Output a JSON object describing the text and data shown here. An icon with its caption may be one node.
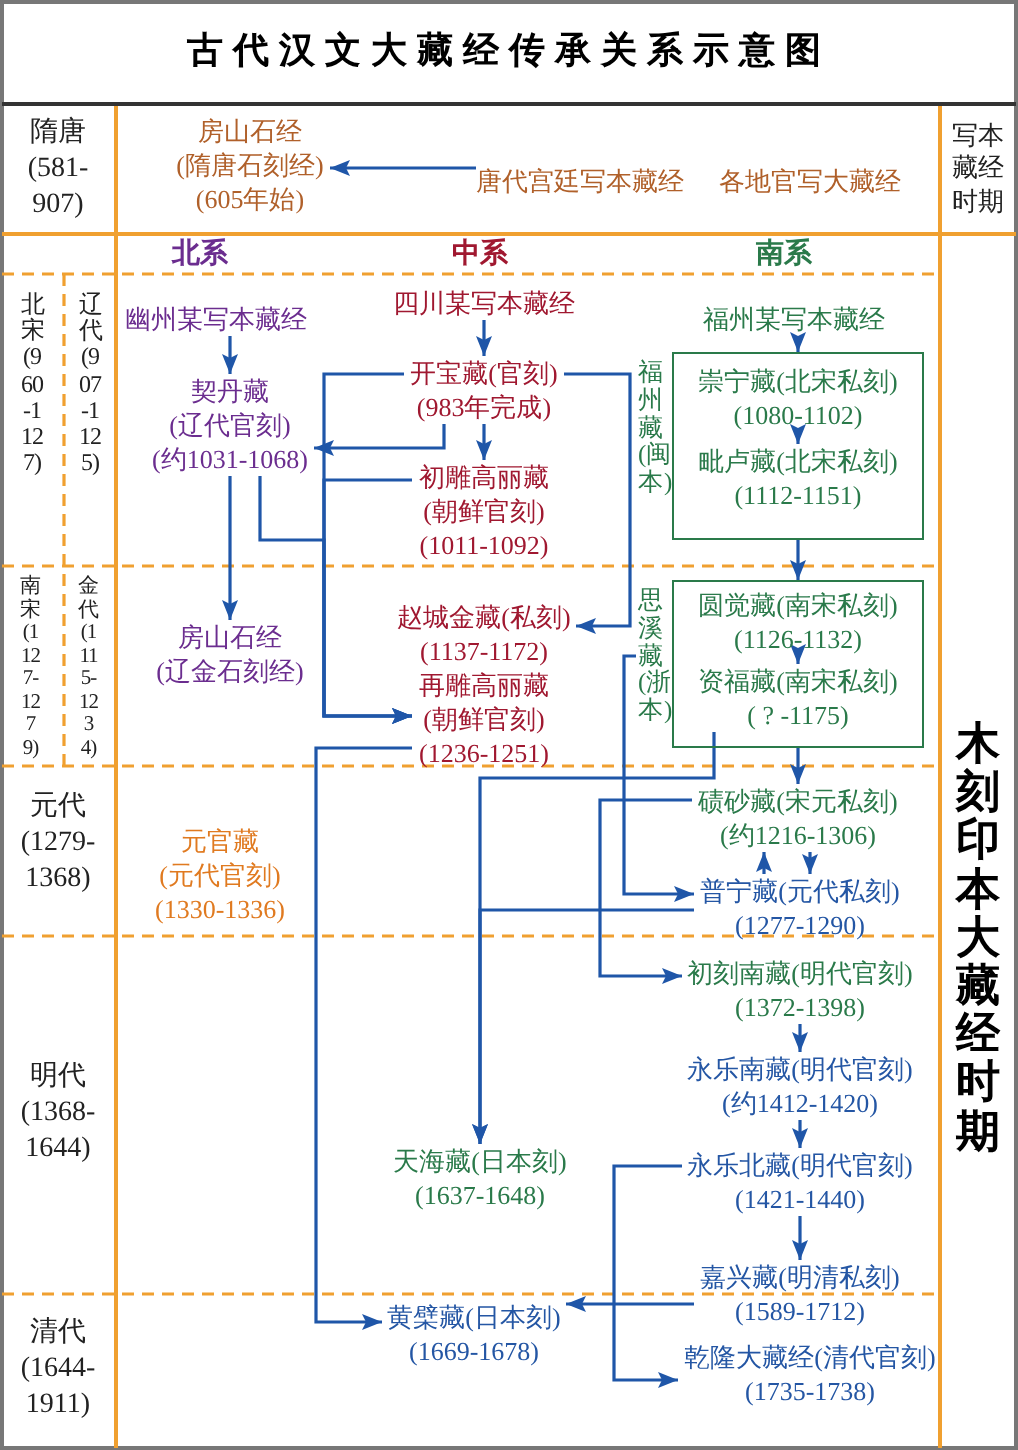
{
  "diagram": {
    "title": "古代汉文大藏经传承关系示意图",
    "nodes": [
      {
        "text": [
          "房山石经(隋唐石刻经)(605年始)"
        ]
      },
      {
        "text": [
          "唐代宫廷写本藏经"
        ]
      },
      {
        "text": [
          "各地官写大藏经"
        ]
      },
      {
        "text": [
          "幽州某写本藏经"
        ]
      },
      {
        "text": [
          "契丹藏(辽代官刻)(约1031-1068)"
        ]
      },
      {
        "text": [
          "房山石经(辽金石刻经)"
        ]
      },
      {
        "text": [
          "四川某写本藏经"
        ]
      },
      {
        "text": [
          "开宝藏(官刻)(983年完成)"
        ]
      },
      {
        "text": [
          "初雕高丽藏(朝鲜官刻)(1011-1092)"
        ]
      },
      {
        "text": [
          "赵城金藏(私刻)(1137-1172)"
        ]
      },
      {
        "text": [
          "再雕高丽藏(朝鲜官刻)(1236-1251)"
        ]
      },
      {
        "text": [
          "福州某写本藏经"
        ]
      },
      {
        "text": [
          "福州藏(闽本)"
        ]
      },
      {
        "text": [
          "崇宁藏(北宋私刻)(1080-1102)"
        ],
        "in": 12
      },
      {
        "text": [
          "毗卢藏(北宋私刻)(1112-1151)"
        ],
        "in": 12
      },
      {
        "text": [
          "思溪藏(浙本)"
        ]
      },
      {
        "text": [
          "圆觉藏(南宋私刻)(1126-1132)"
        ],
        "in": 15
      },
      {
        "text": [
          "资福藏(南宋私刻)( ? -1175)"
        ],
        "in": 15
      },
      {
        "text": [
          "碛砂藏(宋元私刻)(约1216-1306)"
        ]
      },
      {
        "text": [
          "普宁藏(元代私刻)(1277-1290)"
        ]
      },
      {
        "text": [
          "元官藏(元代官刻)(1330-1336)"
        ]
      },
      {
        "text": [
          "初刻南藏(明代官刻)(1372-1398)"
        ]
      },
      {
        "text": [
          "永乐南藏(明代官刻)(约1412-1420)"
        ]
      },
      {
        "text": [
          "永乐北藏(明代官刻)(1421-1440)"
        ]
      },
      {
        "text": [
          "天海藏(日本刻)(1637-1648)"
        ]
      },
      {
        "text": [
          "嘉兴藏(明清私刻)(1589-1712)"
        ]
      },
      {
        "text": [
          "黄檗藏(日本刻)(1669-1678)"
        ]
      },
      {
        "text": [
          "乾隆大藏经(清代官刻)(1735-1738)"
        ]
      }
    ],
    "edges": [
      {
        "from": 1,
        "to": 0,
        "arrow": "to"
      },
      {
        "from": 3,
        "to": 4,
        "arrow": "to"
      },
      {
        "from": 4,
        "to": 5,
        "arrow": "to"
      },
      {
        "from": 6,
        "to": 7,
        "arrow": "to"
      },
      {
        "from": 7,
        "to": 8,
        "arrow": "to"
      },
      {
        "from": 7,
        "to": 4,
        "arrow": "to"
      },
      {
        "from": 7,
        "to": 10,
        "arrow": "to"
      },
      {
        "from": 8,
        "to": 10,
        "arrow": "to"
      },
      {
        "from": 4,
        "to": 10,
        "arrow": "to"
      },
      {
        "from": 7,
        "to": 9,
        "arrow": "to"
      },
      {
        "from": 11,
        "to": 12,
        "arrow": "to"
      },
      {
        "from": 13,
        "to": 14,
        "arrow": "to"
      },
      {
        "from": 12,
        "to": 15,
        "arrow": "to"
      },
      {
        "from": 16,
        "to": 17,
        "arrow": "to"
      },
      {
        "from": 15,
        "to": 18,
        "arrow": "to"
      },
      {
        "from": 17,
        "to": 24,
        "arrow": "to"
      },
      {
        "from": 19,
        "to": 24,
        "arrow": "to"
      },
      {
        "from": 10,
        "to": 26,
        "arrow": "to"
      },
      {
        "from": 18,
        "to": 21,
        "arrow": "to"
      },
      {
        "from": 15,
        "to": 19,
        "arrow": "to"
      },
      {
        "from": 18,
        "to": 19,
        "arrow": "to"
      },
      {
        "from": 19,
        "to": 18,
        "arrow": "to"
      },
      {
        "from": 21,
        "to": 22,
        "arrow": "to"
      },
      {
        "from": 22,
        "to": 23,
        "arrow": "to"
      },
      {
        "from": 23,
        "to": 25,
        "arrow": "to"
      },
      {
        "from": 25,
        "to": 26,
        "arrow": "to"
      },
      {
        "from": 23,
        "to": 27,
        "arrow": "to"
      }
    ],
    "labels": [
      "隋唐",
      "(581-907)",
      "写本藏经时期",
      "北系",
      "中系",
      "南系",
      "北宋(960-1127)",
      "辽代(907-1125)",
      "木刻印本大藏经时期",
      "南宋(1127-1279)",
      "金代(1115-1234)",
      "元代",
      "(1279-1368)",
      "明代",
      "(1368-1644)",
      "清代",
      "(1644-1911)"
    ]
  }
}
